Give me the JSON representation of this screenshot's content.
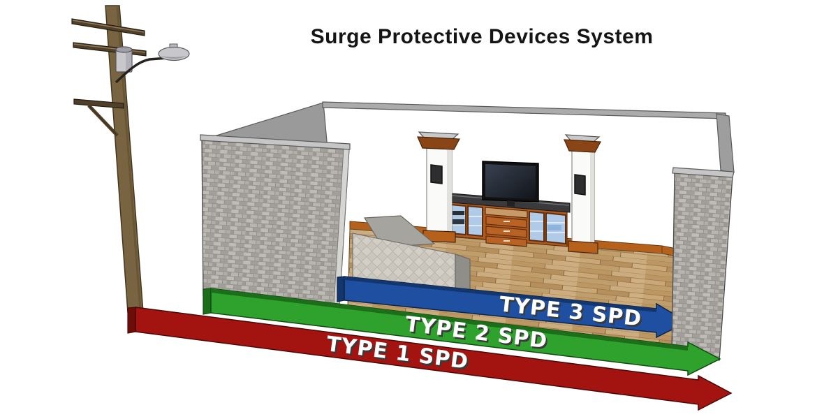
{
  "title": "Surge Protective Devices System",
  "arrows": [
    {
      "label": "TYPE 1 SPD",
      "color": "#A31310",
      "side_color": "#6C0D0A",
      "outline": "#4A0806"
    },
    {
      "label": "TYPE 2 SPD",
      "color": "#2EA22C",
      "side_color": "#1C6E1B",
      "outline": "#124A12"
    },
    {
      "label": "TYPE 3 SPD",
      "color": "#1E4FA1",
      "side_color": "#14366E",
      "outline": "#0D2445"
    }
  ],
  "label_text_color": "#FFFFFF",
  "label_shadow_color": "#3A3A3A",
  "scene_colors": {
    "pole": "#796442",
    "crossarm": "#50402A",
    "transformer": "#C7C7CC",
    "lamp_head": "#C8C8CC",
    "brick": "#AEAAA6",
    "wall_top": "#ABABAB",
    "wall_interior": "#9A9A9A",
    "floor_wood": "#C4A271",
    "baseboard": "#B5611C",
    "console_wood": "#B05A1E",
    "counter": "#3A3A3C",
    "glass": "#AFCBE8",
    "tv": "#111111",
    "pillar": "#FAFAF8",
    "pillar_cap": "#8A4516",
    "speaker": "#2E2E30",
    "couch": "#D3CFC7"
  }
}
